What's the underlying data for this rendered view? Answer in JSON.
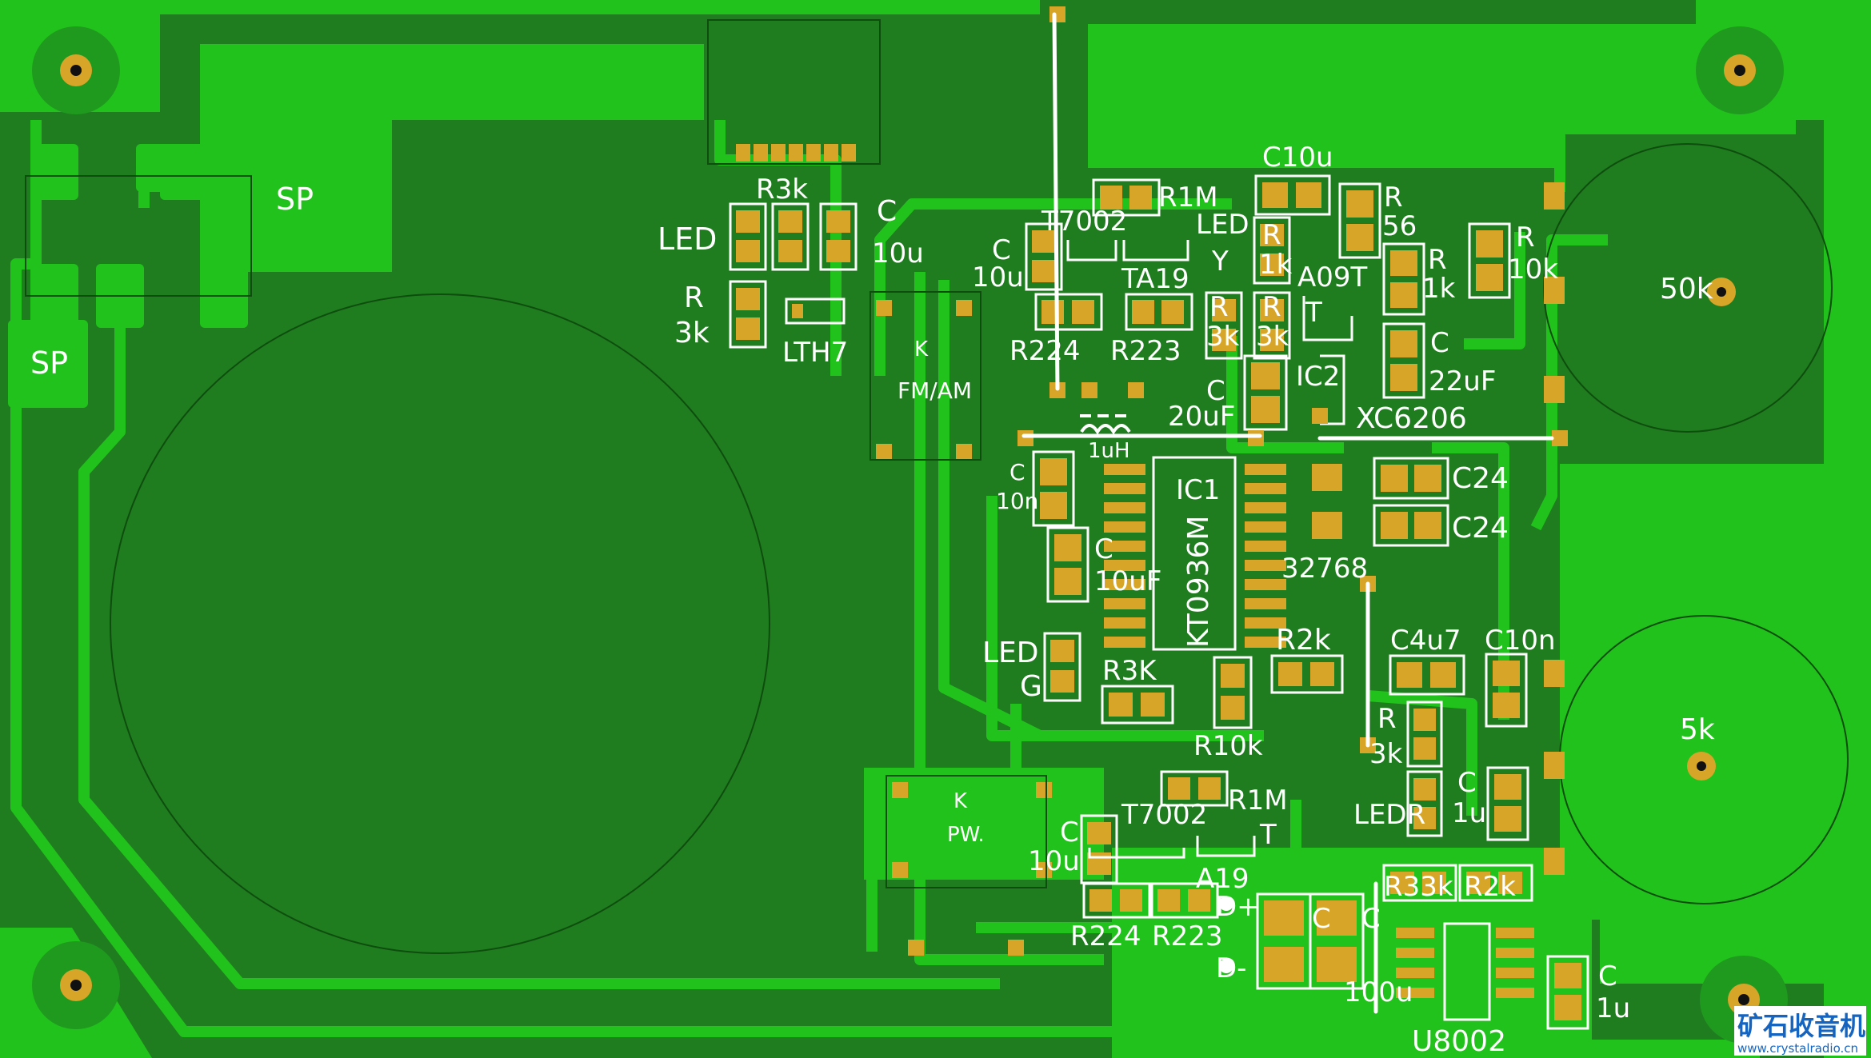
{
  "board": {
    "colors": {
      "base": "#1f7d1f",
      "copper_pour": "#22c21c",
      "pad": "#d7a629",
      "silk": "#ffffff",
      "logo": "#1565c0"
    }
  },
  "labels": {
    "sp1": "SP",
    "sp2": "SP",
    "r3k_top": "R3k",
    "led_top": "LED",
    "c_top": "C",
    "c_top_val": "10u",
    "r_left": "R",
    "r_left_val": "3k",
    "lth7": "LTH7",
    "k_fm": "K",
    "fm_am": "FM/AM",
    "r1m_top": "R1M",
    "t7002_top": "T7002",
    "led_y1": "LED",
    "led_y2": "Y",
    "c10u_top": "C10u",
    "r56_r": "R",
    "r56_v": "56",
    "r1k_a_r": "R",
    "r1k_a_v": "1k",
    "r1k_b_r": "R",
    "r1k_b_v": "1k",
    "r10k_top_r": "R",
    "r10k_top_v": "10k",
    "pot1": "50k",
    "c_10u_mid": "C",
    "c_10u_mid_v": "10u",
    "ta19": "TA19",
    "a09t": "A09T",
    "t_mark": "T",
    "r3k_a_r": "R",
    "r3k_a_v": "3k",
    "r3k_b_r": "R",
    "r3k_b_v": "3k",
    "r224_top": "R224",
    "r223_top": "R223",
    "ic2": "IC2",
    "c22_c": "C",
    "c22_v": "22uF",
    "c20_c": "C",
    "c20_v": "20uF",
    "xc6206": "XC6206",
    "l1": "1uH",
    "c10n_c": "C",
    "c10n_v": "10n",
    "ic1": "IC1",
    "kt0936": "KT0936M",
    "c24_a": "C24",
    "c24_b": "C24",
    "c10uf_c": "C",
    "c10uf_v": "10uF",
    "xtal": "32768",
    "led_g1": "LED",
    "led_g2": "G",
    "r3k_cap": "R3K",
    "r2k_mid": "R2k",
    "c4u7": "C4u7",
    "c10n_r": "C10n",
    "r10k_bot": "R10k",
    "r3k_c_r": "R",
    "r3k_c_v": "3k",
    "pot2": "5k",
    "k_pw": "K",
    "pw": "PW.",
    "r1m_bot": "R1M",
    "t7002_bot": "T7002",
    "t_bot": "T",
    "c10u_bot_c": "C",
    "c10u_bot_v": "10u",
    "a19": "A19",
    "c1u_a_c": "C",
    "c1u_a_v": "1u",
    "ledr": "LEDR",
    "r33k": "R33k",
    "r2k_bot": "R2k",
    "r224_bot": "R224",
    "r223_bot": "R223",
    "d_plus": "D+",
    "d_minus": "D-",
    "c_big": "C",
    "c_100u_c": "C",
    "c_100u_v": "100u",
    "u8002": "U8002",
    "c1u_b_c": "C",
    "c1u_b_v": "1u"
  },
  "logo": {
    "cn": "矿石收音机",
    "url": "www.crystalradio.cn"
  }
}
